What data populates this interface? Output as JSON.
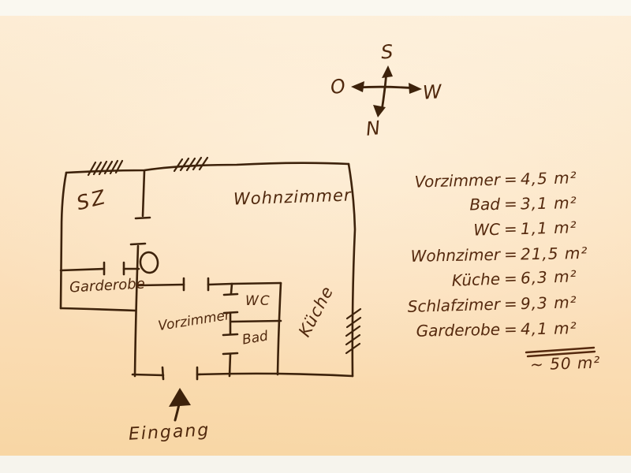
{
  "colors": {
    "paper": "#fce4c3",
    "ink": "#3d220b",
    "handwriting": "#55290e",
    "border_bars": "#faf8f0"
  },
  "compass": {
    "top": "S",
    "left": "O",
    "right": "W",
    "bottom": "N"
  },
  "plan": {
    "rooms": {
      "sz": "SZ",
      "wohnzimmer": "Wohnzimmer",
      "garderobe": "Garderobe",
      "vorzimmer": "Vorzimmer",
      "wc": "WC",
      "bad": "Bad",
      "kueche": "Küche"
    },
    "entrance": "Eingang"
  },
  "areas": {
    "equals": "=",
    "items": [
      {
        "label": "Vorzimmer",
        "value": "4,5 m²"
      },
      {
        "label": "Bad",
        "value": "3,1 m²"
      },
      {
        "label": "WC",
        "value": "1,1 m²"
      },
      {
        "label": "Wohnzimer",
        "value": "21,5 m²"
      },
      {
        "label": "Küche",
        "value": "6,3 m²"
      },
      {
        "label": "Schlafzimer",
        "value": "9,3 m²"
      },
      {
        "label": "Garderobe",
        "value": "4,1 m²"
      }
    ],
    "total": "~ 50 m²"
  }
}
